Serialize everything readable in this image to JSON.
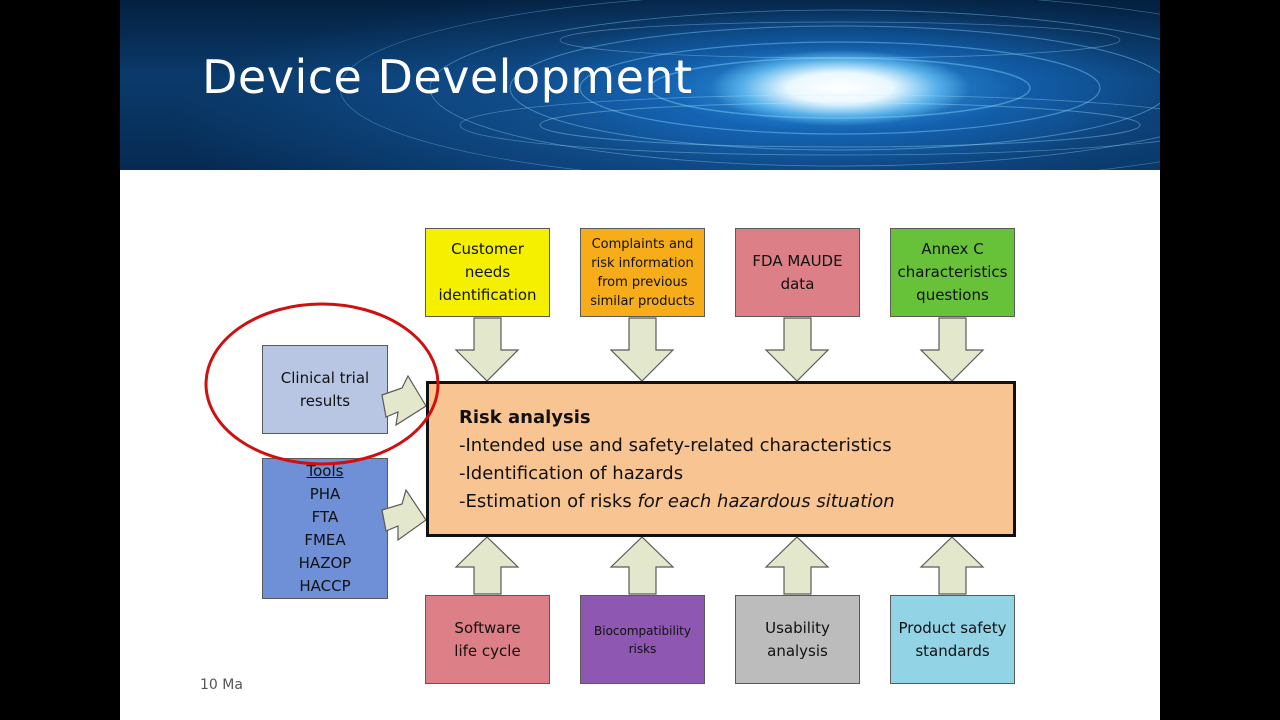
{
  "slide": {
    "title": "Device Development",
    "footer": "10 Ma",
    "accent_colors": {
      "banner": "#0a3a6b",
      "highlight_circle": "#d01010"
    }
  },
  "diagram": {
    "center": {
      "heading": "Risk analysis",
      "lines": [
        "-Intended use and safety-related characteristics",
        "-Identification of hazards"
      ],
      "line3_prefix": "-Estimation of risks ",
      "line3_italic": "for each hazardous situation",
      "color": "#f8c592"
    },
    "top_inputs": [
      {
        "label": "Customer\nneeds\nidentification",
        "color": "#f4f000"
      },
      {
        "label": "Complaints and\nrisk information\nfrom previous\nsimilar products",
        "color": "#f7ad1a"
      },
      {
        "label": "FDA MAUDE\ndata",
        "color": "#dc7f86"
      },
      {
        "label": "Annex C\ncharacteristics\nquestions",
        "color": "#67c23a"
      }
    ],
    "bottom_inputs": [
      {
        "label": "Software\nlife cycle",
        "color": "#dc7f86"
      },
      {
        "label": "Biocompatibility\nrisks",
        "color": "#8e57b2"
      },
      {
        "label": "Usability\nanalysis",
        "color": "#bcbcbc"
      },
      {
        "label": "Product safety\nstandards",
        "color": "#92d4e6"
      }
    ],
    "left_inputs": {
      "clinical": {
        "label": "Clinical trial\nresults",
        "color": "#b8c6e4"
      },
      "tools": {
        "title": "Tools",
        "items": [
          "PHA",
          "FTA",
          "FMEA",
          "HAZOP",
          "HACCP"
        ],
        "color": "#6f8fd6"
      }
    }
  }
}
